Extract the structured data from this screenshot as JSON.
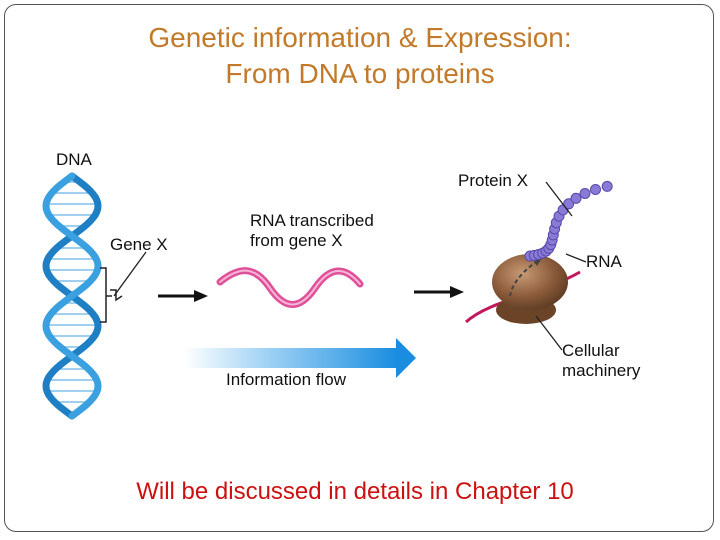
{
  "title": {
    "line1": "Genetic information & Expression:",
    "line2": "From DNA to proteins"
  },
  "diagram": {
    "dna_label": "DNA",
    "gene_label": "Gene X",
    "rna_transcribed_line1": "RNA transcribed",
    "rna_transcribed_line2": "from gene X",
    "protein_label": "Protein X",
    "rna_label": "RNA",
    "machinery_line1": "Cellular",
    "machinery_line2": "machinery",
    "flow_label": "Information flow"
  },
  "footer": "Will be discussed in details in Chapter 10",
  "colors": {
    "title": "#c27a2a",
    "footer": "#cc1111",
    "dna": "#2a8ad0",
    "rna": "#e0509a",
    "ribosome": "#8a5a3a",
    "protein": "#8a7ad8",
    "flow_arrow": "#1a8de0"
  }
}
